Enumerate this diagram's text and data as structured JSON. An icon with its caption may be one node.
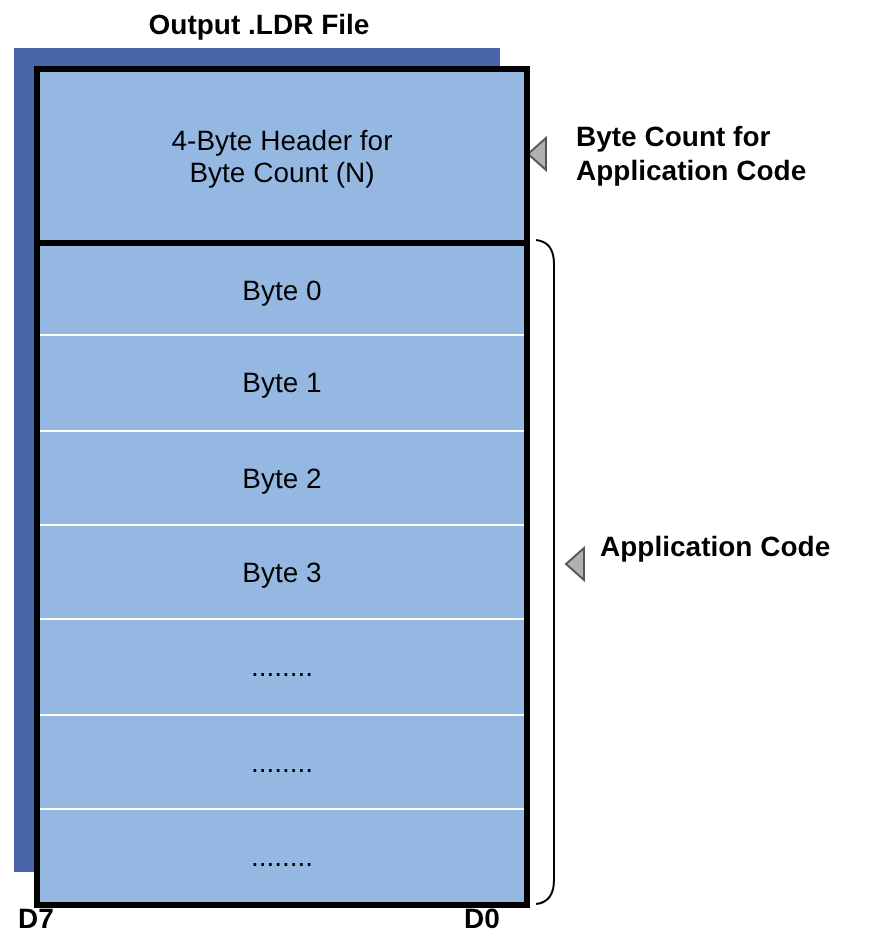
{
  "diagram": {
    "nodes": [
      {
        "text": [
          "Output .LDR File"
        ]
      },
      {
        "text": [
          "4-Byte Header for Byte Count (N)"
        ],
        "in": 0
      },
      {
        "text": [
          "Byte 0"
        ],
        "in": 0
      },
      {
        "text": [
          "Byte 1"
        ],
        "in": 0
      },
      {
        "text": [
          "Byte 2"
        ],
        "in": 0
      },
      {
        "text": [
          "Byte 3"
        ],
        "in": 0
      },
      {
        "text": [
          "........"
        ],
        "in": 0
      },
      {
        "text": [
          "........"
        ],
        "in": 0
      },
      {
        "text": [
          "........"
        ],
        "in": 0
      }
    ],
    "labels": [
      "Byte Count for Application Code",
      "Application Code",
      "D7",
      "D0"
    ]
  }
}
